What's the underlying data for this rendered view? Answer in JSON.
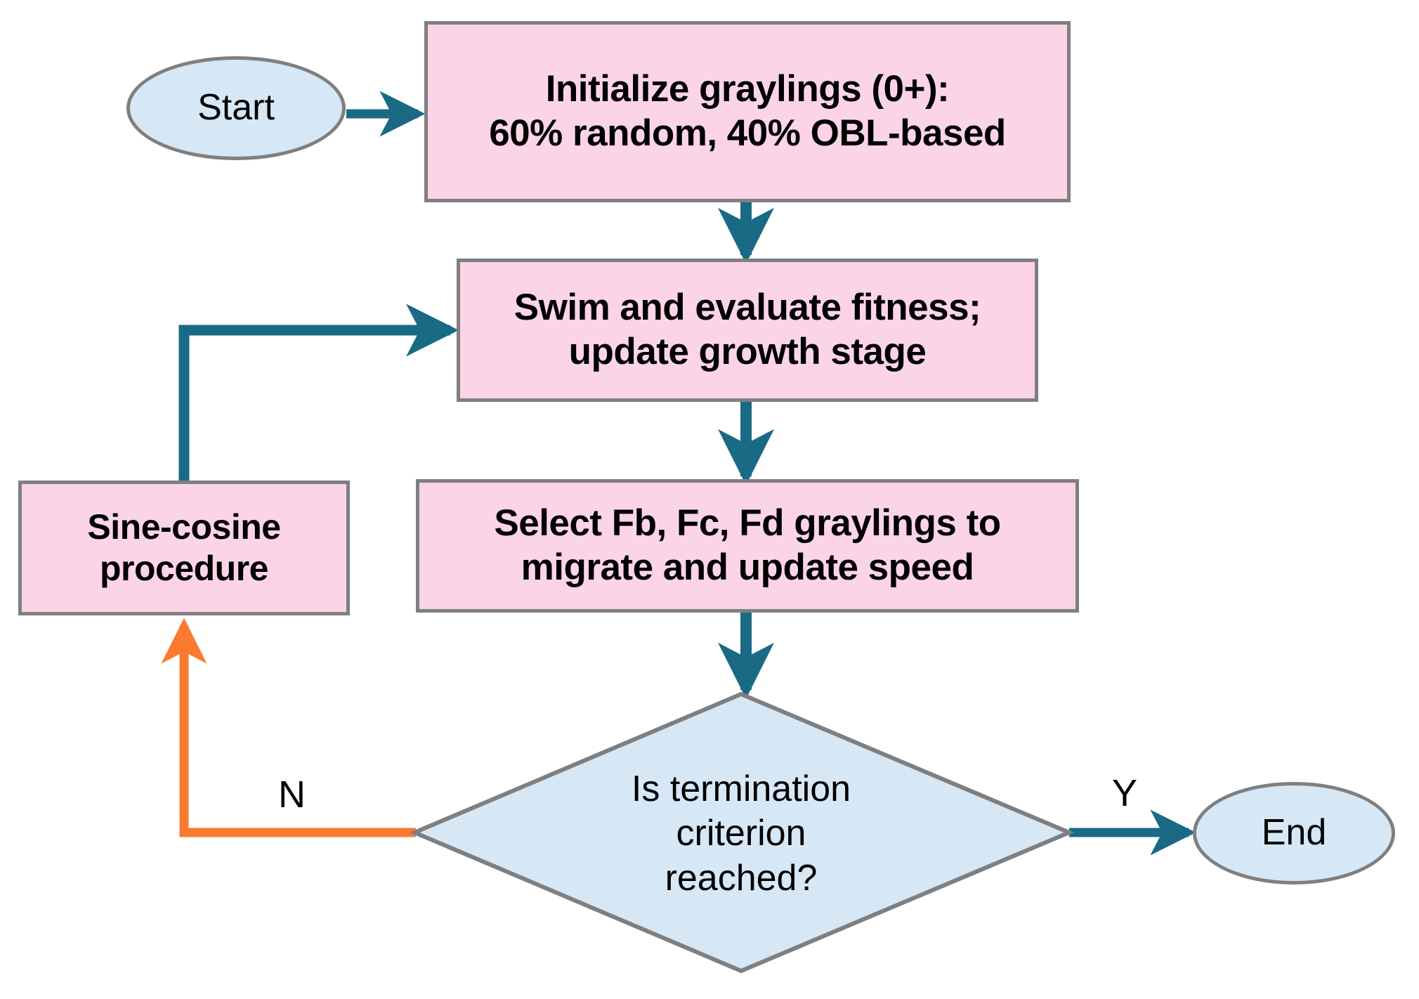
{
  "diagram": {
    "title": "Grayling optimization algorithm flowchart",
    "colors": {
      "process_fill": "#fbd4e8",
      "terminator_fill": "#d6e7f5",
      "decision_fill": "#d6e7f5",
      "node_border": "#7f7f7f",
      "arrow_primary": "#1a6a85",
      "arrow_feedback": "#f97a30",
      "text": "#000000",
      "background": "#ffffff"
    },
    "nodes": {
      "start": {
        "label": "Start",
        "shape": "terminator"
      },
      "initialize": {
        "label": "Initialize graylings (0+):\n60% random, 40% OBL-based",
        "shape": "process"
      },
      "swim": {
        "label": "Swim and evaluate fitness;\nupdate growth stage",
        "shape": "process"
      },
      "select": {
        "label": "Select Fb, Fc, Fd graylings to\nmigrate and update speed",
        "shape": "process"
      },
      "sine_cosine": {
        "label": "Sine-cosine\nprocedure",
        "shape": "process"
      },
      "decision": {
        "label": "Is termination\ncriterion\nreached?",
        "shape": "decision"
      },
      "end": {
        "label": "End",
        "shape": "terminator"
      }
    },
    "edge_labels": {
      "no": "N",
      "yes": "Y"
    },
    "edges": [
      {
        "from": "start",
        "to": "initialize",
        "label": "",
        "color": "#1a6a85"
      },
      {
        "from": "initialize",
        "to": "swim",
        "label": "",
        "color": "#1a6a85"
      },
      {
        "from": "swim",
        "to": "select",
        "label": "",
        "color": "#1a6a85"
      },
      {
        "from": "select",
        "to": "decision",
        "label": "",
        "color": "#1a6a85"
      },
      {
        "from": "decision",
        "to": "end",
        "label": "Y",
        "color": "#1a6a85"
      },
      {
        "from": "decision",
        "to": "sine_cosine",
        "label": "N",
        "color": "#f97a30"
      },
      {
        "from": "sine_cosine",
        "to": "swim",
        "label": "",
        "color": "#1a6a85"
      }
    ]
  }
}
